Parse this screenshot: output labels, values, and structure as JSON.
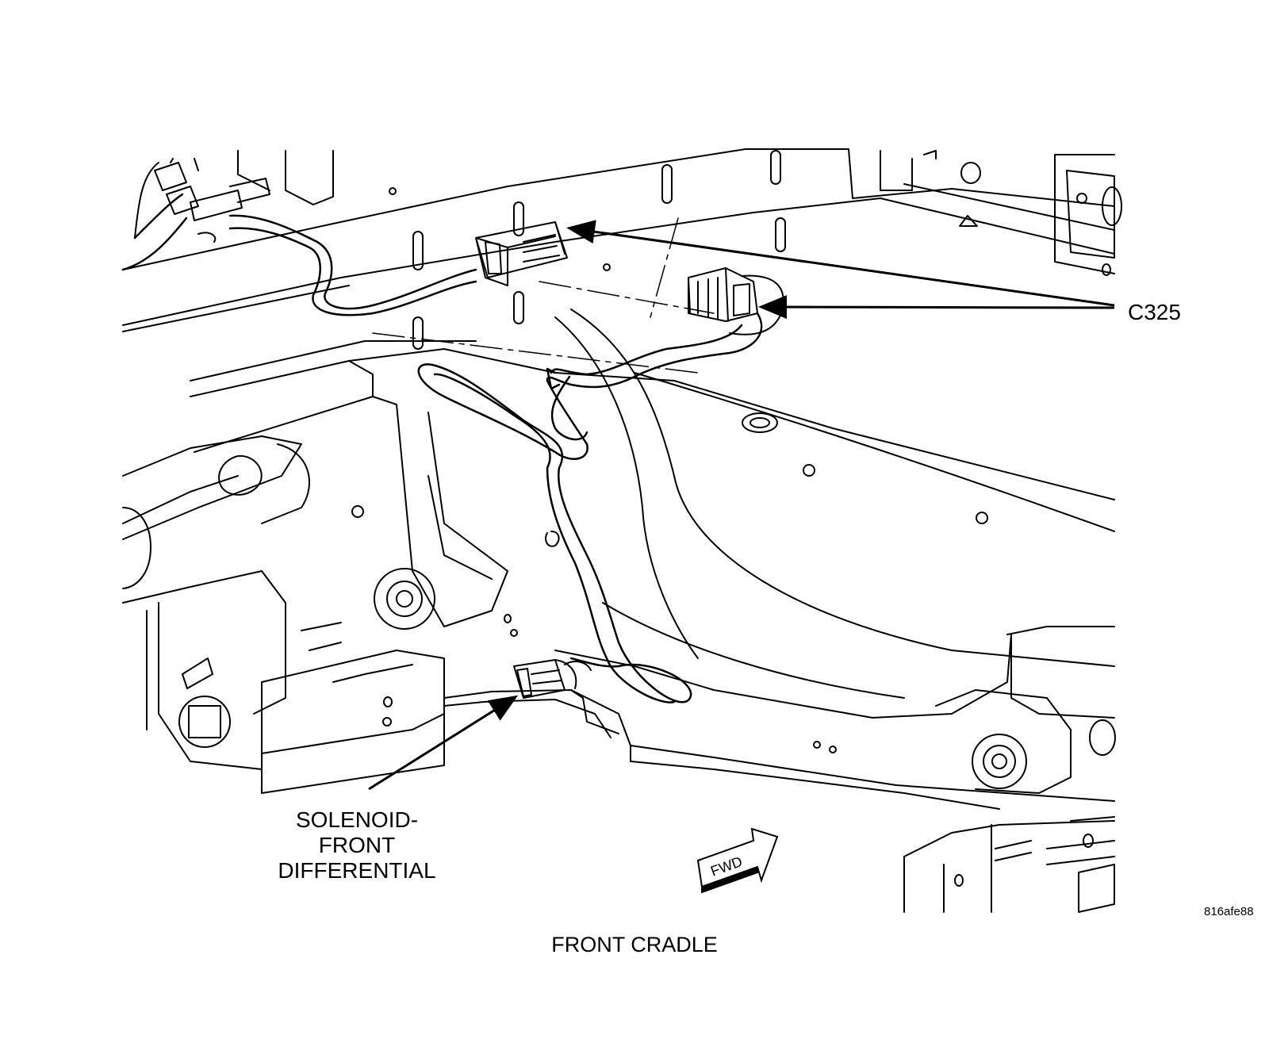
{
  "callouts": {
    "c325": "C325",
    "solenoid_line1": "SOLENOID-",
    "solenoid_line2": "FRONT",
    "solenoid_line3": "DIFFERENTIAL",
    "fwd": "FWD"
  },
  "figure_code": "816afe88",
  "caption": "FRONT CRADLE",
  "colors": {
    "line": "#000000",
    "background": "#ffffff"
  }
}
